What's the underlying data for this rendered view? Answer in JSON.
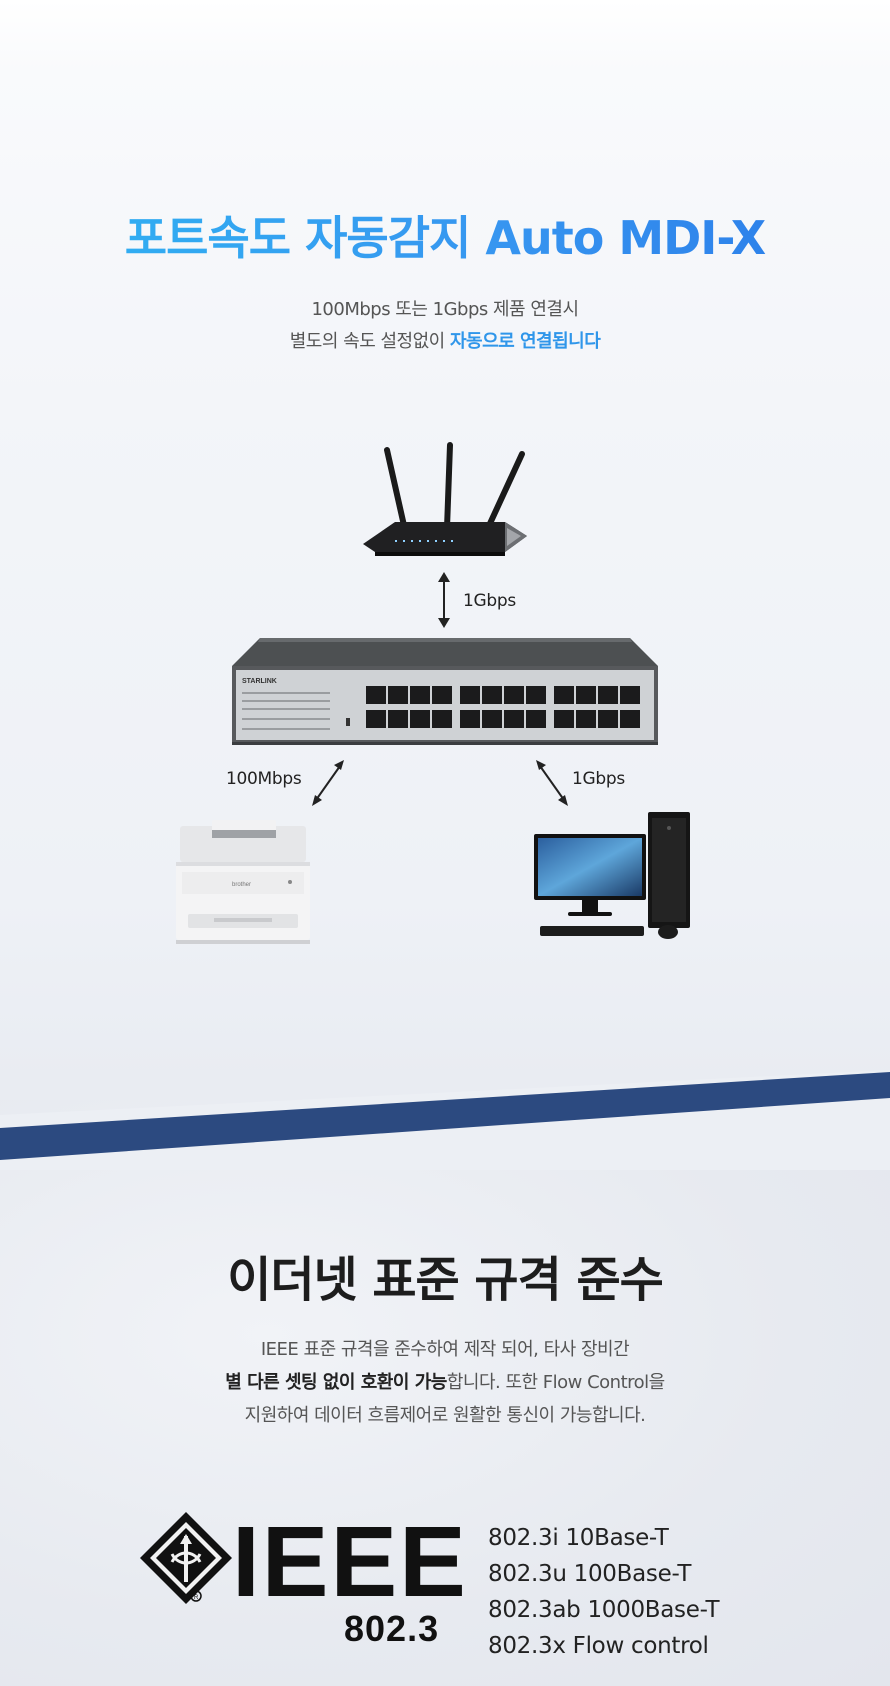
{
  "section_auto_mdi": {
    "title": "포트속도 자동감지 Auto MDI-X",
    "subtitle_line1": "100Mbps 또는 1Gbps 제품 연결시",
    "subtitle_line2_prefix": "별도의 속도 설정없이 ",
    "subtitle_line2_highlight": "자동으로 연결됩니다",
    "accent_color": "#2f96ea",
    "diagram": {
      "router_link_label": "1Gbps",
      "printer_link_label": "100Mbps",
      "pc_link_label": "1Gbps"
    }
  },
  "section_ethernet": {
    "title": "이더넷 표준 규격 준수",
    "line1": "IEEE 표준 규격을 준수하여 제작 되어, 타사 장비간",
    "line2_bold": "별 다른 셋팅 없이 호환이 가능",
    "line2_rest": "합니다. 또한 Flow Control을",
    "line3": "지원하여 데이터 흐름제어로 원활한 통신이 가능합니다.",
    "logo": {
      "word": "IEEE",
      "number": "802.3"
    },
    "standards": [
      "802.3i 10Base-T",
      "802.3u 100Base-T",
      "802.3ab 1000Base-T",
      "802.3x Flow control"
    ],
    "band_color": "#2c4a80"
  }
}
